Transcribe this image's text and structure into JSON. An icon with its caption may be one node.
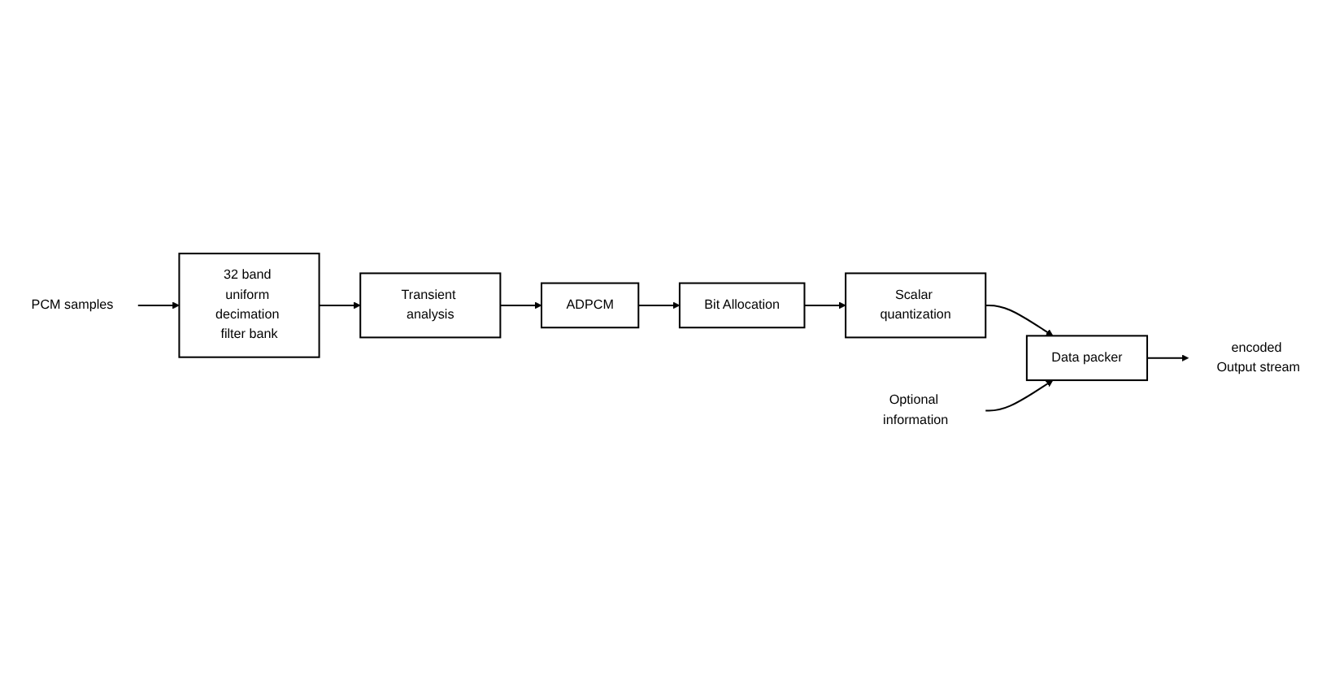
{
  "diagram": {
    "nodes": [
      {
        "text": [
          "PCM samples"
        ]
      },
      {
        "text": [
          "32 band uniform decimation filter bank"
        ]
      },
      {
        "text": [
          "Transient analysis"
        ]
      },
      {
        "text": [
          "ADPCM"
        ]
      },
      {
        "text": [
          "Bit Allocation"
        ]
      },
      {
        "text": [
          "encoded Output stream"
        ]
      },
      {
        "text": [
          "Data packer"
        ]
      },
      {
        "text": [
          "Scalar quantization"
        ]
      },
      {
        "text": [
          "Optional information"
        ]
      }
    ],
    "edges": [
      {
        "from": 0,
        "to": 1,
        "arrow": "to"
      },
      {
        "from": 1,
        "to": 2,
        "arrow": "to"
      },
      {
        "from": 2,
        "to": 3,
        "arrow": "to"
      },
      {
        "from": 3,
        "to": 4,
        "arrow": "to"
      },
      {
        "from": 4,
        "to": 7,
        "arrow": "to"
      },
      {
        "from": 7,
        "to": 6,
        "arrow": "to"
      },
      {
        "from": 6,
        "to": 5,
        "arrow": "to"
      },
      {
        "from": 8,
        "to": 6,
        "arrow": "to"
      }
    ]
  }
}
